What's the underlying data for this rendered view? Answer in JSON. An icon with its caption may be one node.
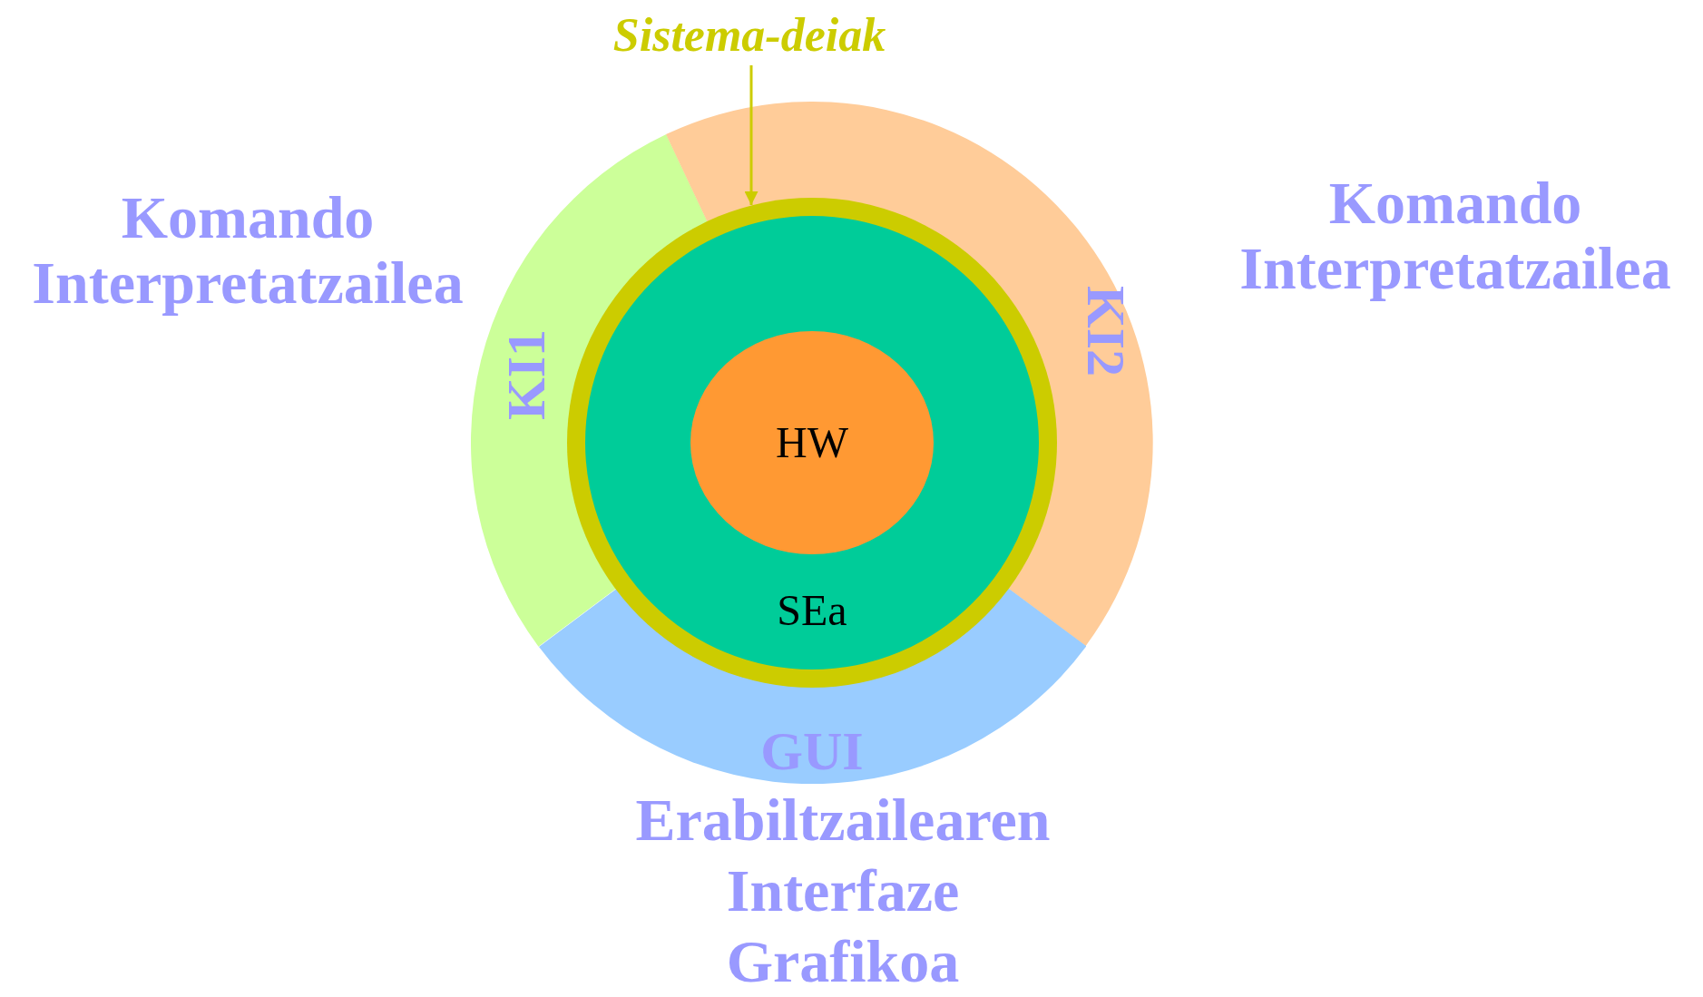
{
  "diagram": {
    "nodes": [
      {
        "text": [
          "KI1"
        ],
        "beside": [
          "Komando Interpretatzailea"
        ]
      },
      {
        "text": [
          "KI2"
        ],
        "beside": [
          "Komando Interpretatzailea"
        ]
      },
      {
        "text": [
          "GUI"
        ],
        "beside": [
          "Erabiltzailearen Interfaze Grafikoa"
        ]
      },
      {
        "text": [
          "Sistema-deiak"
        ]
      },
      {
        "text": [],
        "shape": "circle"
      },
      {
        "text": [
          "SEa"
        ],
        "in": 4
      },
      {
        "text": [
          "HW"
        ],
        "in": 5
      }
    ],
    "edges": [
      {
        "from": 3,
        "to": 4,
        "arrow": "to"
      }
    ]
  }
}
